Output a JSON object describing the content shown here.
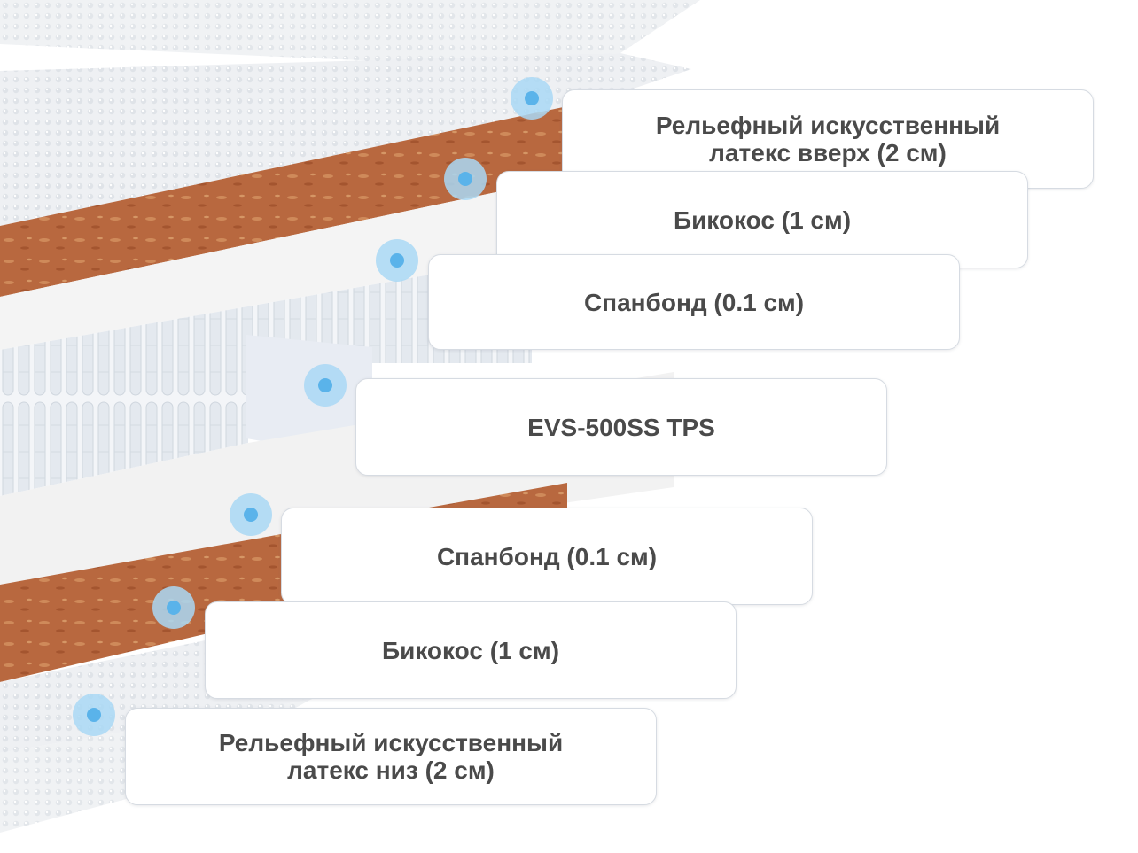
{
  "layers": [
    {
      "label": "Рельефный искусственный\nлатекс вверх (2 см)"
    },
    {
      "label": "Бикокос (1 см)"
    },
    {
      "label": "Спанбонд (0.1 см)"
    },
    {
      "label": "EVS-500SS TPS"
    },
    {
      "label": "Спанбонд (0.1 см)"
    },
    {
      "label": "Бикокос (1 см)"
    },
    {
      "label": "Рельефный искусственный\nлатекс низ (2 см)"
    }
  ],
  "colors": {
    "coconut": "#b8683f",
    "coconut_speckle": "#cf8a5a",
    "latex": "#eef0f3",
    "spunbond": "#f4f4f4",
    "springs": "#e9edf2",
    "marker": "#5ab3ea",
    "marker_halo": "#a9d8f5"
  },
  "icons": {
    "marker": "layer-pointer-dot-icon"
  }
}
